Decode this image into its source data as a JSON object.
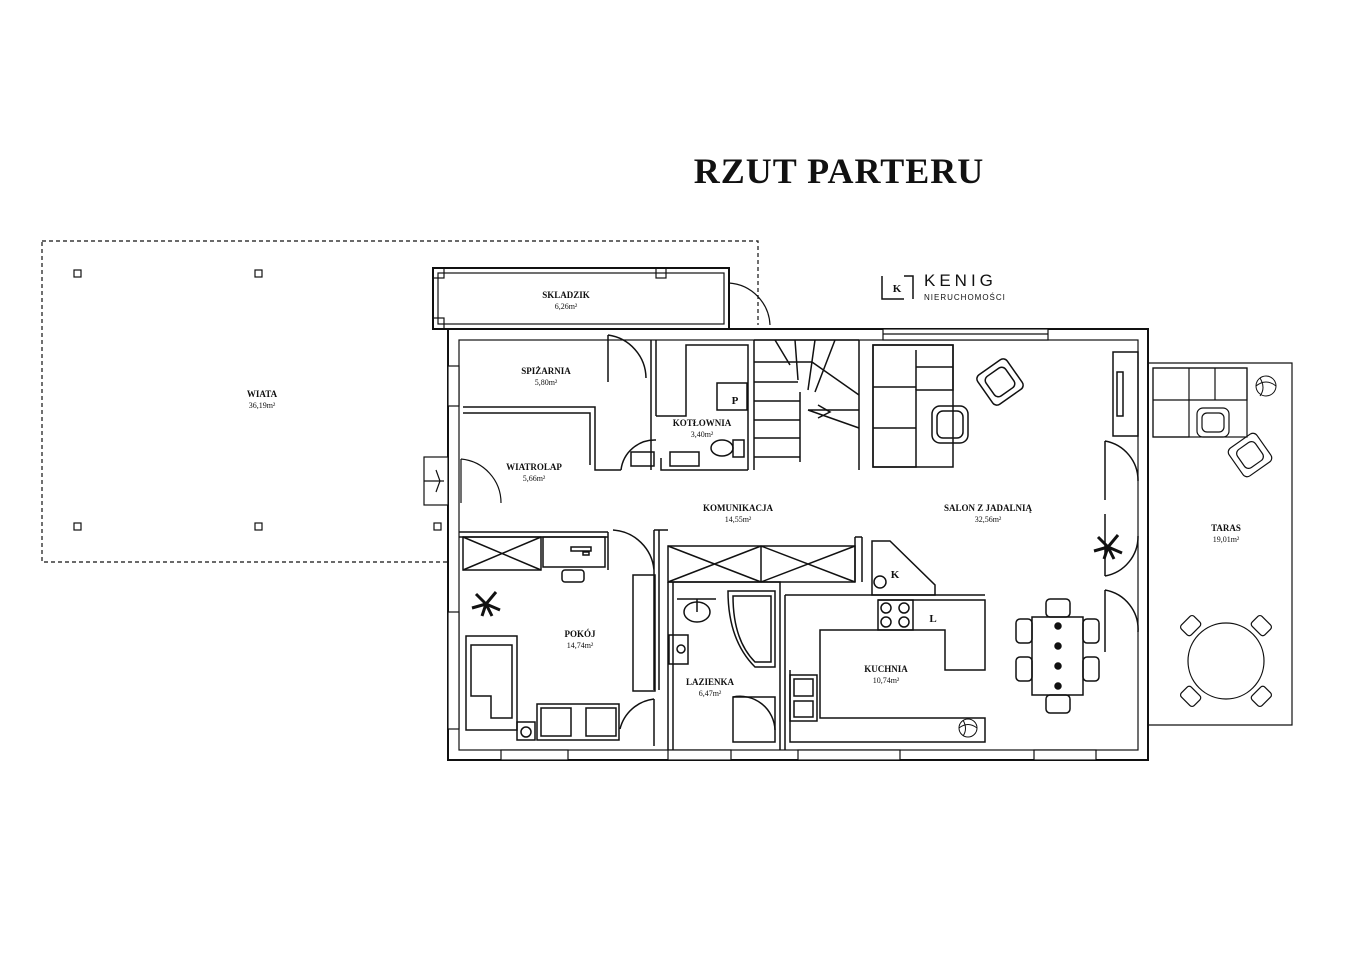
{
  "title": "RZUT PARTERU",
  "brand": {
    "name": "KENIG",
    "sub": "NIERUCHOMOŚCI",
    "mark": "K"
  },
  "rooms": [
    {
      "key": "wiata",
      "name": "WIATA",
      "area": "36,19m²"
    },
    {
      "key": "skladzik",
      "name": "SKLADZIK",
      "area": "6,26m²"
    },
    {
      "key": "spizarnia",
      "name": "SPIŻARNIA",
      "area": "5,80m²"
    },
    {
      "key": "kotlownia",
      "name": "KOTŁOWNIA",
      "area": "3,40m²"
    },
    {
      "key": "wiatrolap",
      "name": "WIATROLAP",
      "area": "5,66m²"
    },
    {
      "key": "komunikacja",
      "name": "KOMUNIKACJA",
      "area": "14,55m²"
    },
    {
      "key": "salon",
      "name": "SALON Z JADALNIĄ",
      "area": "32,56m²"
    },
    {
      "key": "taras",
      "name": "TARAS",
      "area": "19,01m²"
    },
    {
      "key": "pokoj",
      "name": "POKÓJ",
      "area": "14,74m²"
    },
    {
      "key": "lazienka",
      "name": "LAZIENKA",
      "area": "6,47m²"
    },
    {
      "key": "kuchnia",
      "name": "KUCHNIA",
      "area": "10,74m²"
    }
  ],
  "fixture_labels": {
    "furnace": "P",
    "fridge": "K",
    "dishwasher": "L"
  }
}
